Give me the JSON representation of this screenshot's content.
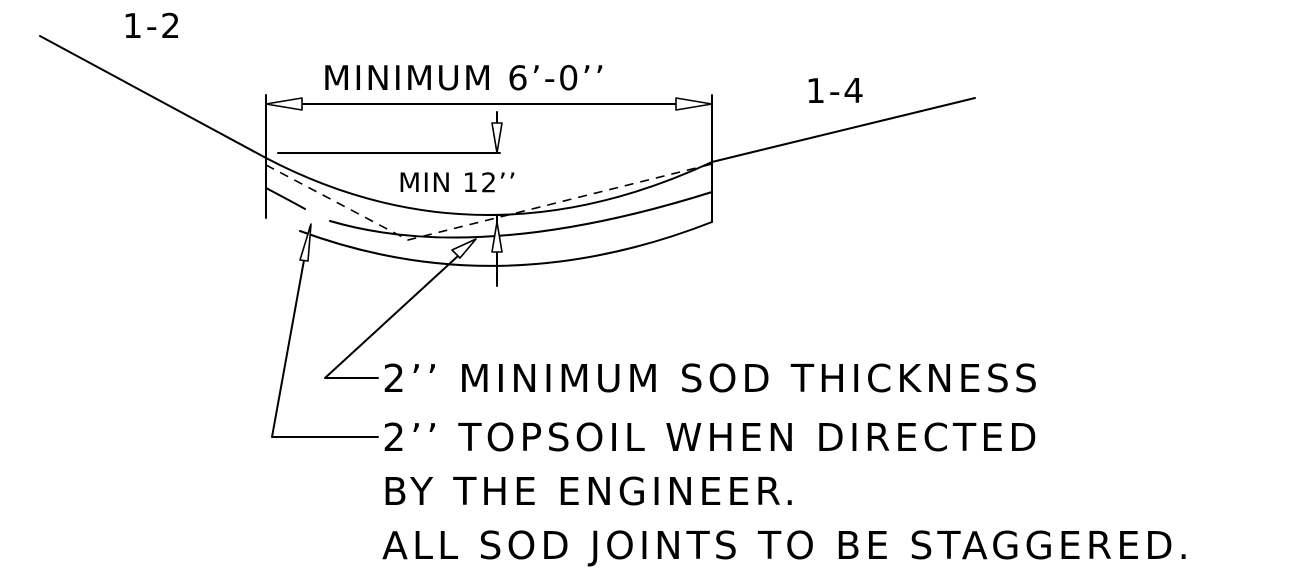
{
  "labels": {
    "slope_left": "1-2",
    "slope_right": "1-4",
    "width": "MINIMUM 6’-0’’",
    "depth": "MIN 12’’"
  },
  "notes": {
    "sod_thickness": "2’’ MINIMUM SOD THICKNESS",
    "topsoil_line1": "2’’ TOPSOIL WHEN DIRECTED",
    "topsoil_line2": "BY THE ENGINEER.",
    "stagger": "ALL SOD JOINTS TO BE STAGGERED."
  },
  "colors": {
    "ink": "#000000",
    "paper": "#ffffff"
  }
}
